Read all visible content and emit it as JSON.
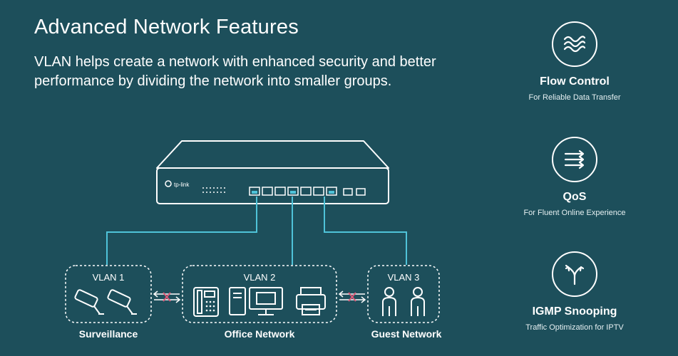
{
  "header": {
    "title": "Advanced Network Features",
    "subtitle": "VLAN helps create a network with enhanced security and better performance by dividing the network into smaller groups."
  },
  "switch": {
    "brand": "tp-link"
  },
  "vlans": [
    {
      "label": "VLAN 1",
      "caption": "Surveillance"
    },
    {
      "label": "VLAN 2",
      "caption": "Office Network"
    },
    {
      "label": "VLAN 3",
      "caption": "Guest Network"
    }
  ],
  "features": [
    {
      "name": "Flow Control",
      "desc": "For Reliable Data Transfer",
      "icon": "waves-icon"
    },
    {
      "name": "QoS",
      "desc": "For Fluent Online Experience",
      "icon": "arrows-right-icon"
    },
    {
      "name": "IGMP Snooping",
      "desc": "Traffic Optimization for IPTV",
      "icon": "split-arrows-icon"
    }
  ],
  "colors": {
    "background": "#1d4f5b",
    "accent": "#4fc3d9",
    "blocked": "#d95a78"
  }
}
